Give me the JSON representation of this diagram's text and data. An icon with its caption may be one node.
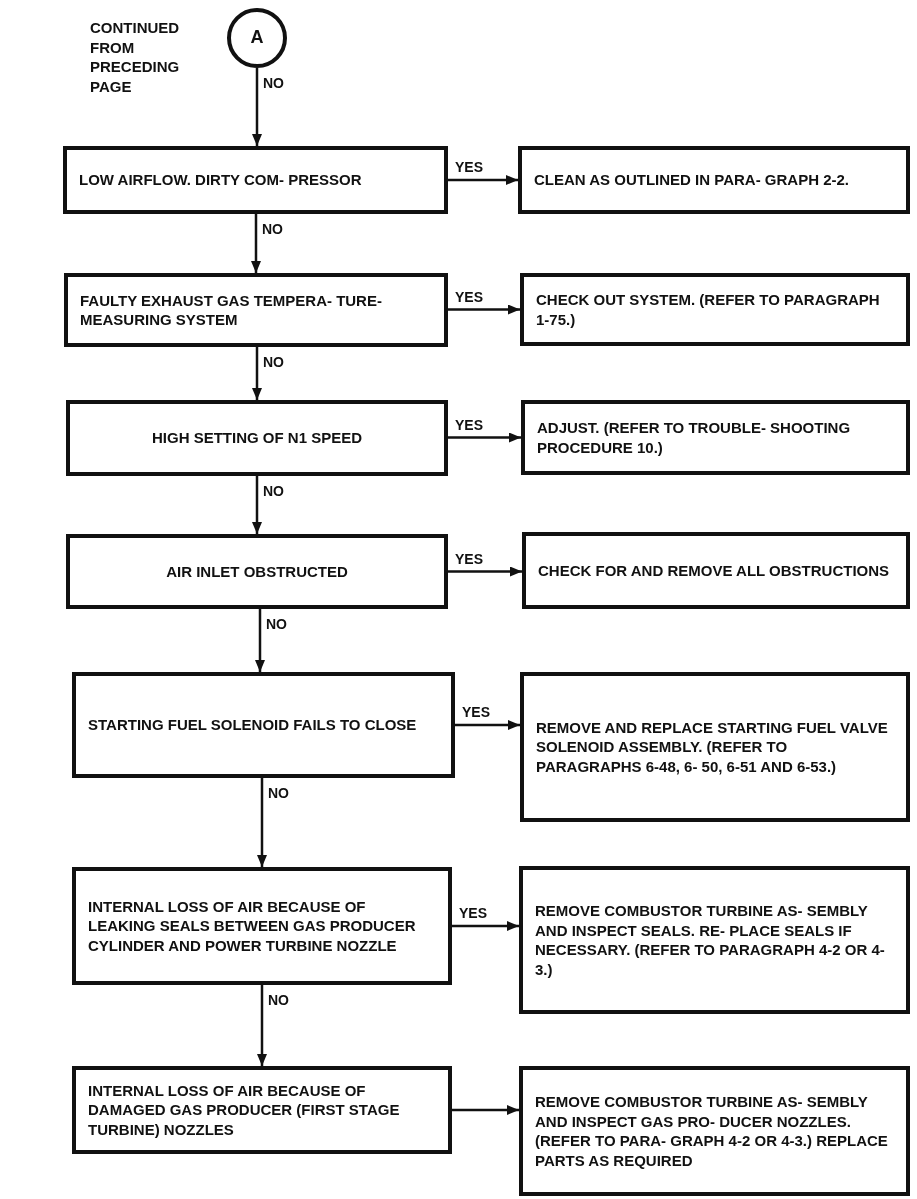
{
  "diagram": {
    "nodes": [
      {
        "text": [
          "A"
        ],
        "beside": [
          "CONTINUED FROM PRECEDING PAGE"
        ]
      },
      {
        "text": [
          "LOW AIRFLOW. DIRTY COM- PRESSOR"
        ]
      },
      {
        "text": [
          "CLEAN AS OUTLINED IN PARA- GRAPH 2-2."
        ]
      },
      {
        "text": [
          "FAULTY EXHAUST GAS TEMPERA- TURE-MEASURING SYSTEM"
        ]
      },
      {
        "text": [
          "CHECK OUT SYSTEM. (REFER TO PARAGRAPH 1-75.)"
        ]
      },
      {
        "text": [
          "HIGH SETTING OF N1 SPEED"
        ]
      },
      {
        "text": [
          "ADJUST. (REFER TO TROUBLE- SHOOTING PROCEDURE 10.)"
        ]
      },
      {
        "text": [
          "AIR INLET OBSTRUCTED"
        ]
      },
      {
        "text": [
          "CHECK FOR AND REMOVE ALL OBSTRUCTIONS"
        ]
      },
      {
        "text": [
          "STARTING FUEL SOLENOID FAILS TO CLOSE"
        ]
      },
      {
        "text": [
          "REMOVE AND REPLACE STARTING FUEL VALVE SOLENOID ASSEMBLY. (REFER TO PARAGRAPHS 6-48, 6- 50, 6-51 AND 6-53.)"
        ]
      },
      {
        "text": [
          "INTERNAL LOSS OF AIR BECAUSE OF LEAKING SEALS BETWEEN GAS PRODUCER CYLINDER AND POWER TURBINE NOZZLE"
        ]
      },
      {
        "text": [
          "REMOVE COMBUSTOR TURBINE AS- SEMBLY AND INSPECT SEALS. RE- PLACE SEALS IF NECESSARY. (REFER TO PARAGRAPH 4-2 OR 4-3.)"
        ]
      },
      {
        "text": [
          "INTERNAL LOSS OF AIR BECAUSE OF DAMAGED GAS PRODUCER (FIRST STAGE TURBINE) NOZZLES"
        ]
      },
      {
        "text": [
          "REMOVE COMBUSTOR TURBINE AS- SEMBLY AND INSPECT GAS PRO- DUCER NOZZLES. (REFER TO PARA- GRAPH 4-2 OR 4-3.) REPLACE PARTS AS REQUIRED"
        ]
      }
    ],
    "edges": [
      {
        "from": 0,
        "to": 1,
        "arrow": "to",
        "label": "NO"
      },
      {
        "from": 1,
        "to": 2,
        "arrow": "to",
        "label": "YES"
      },
      {
        "from": 1,
        "to": 3,
        "arrow": "to",
        "label": "NO"
      },
      {
        "from": 3,
        "to": 4,
        "arrow": "to",
        "label": "YES"
      },
      {
        "from": 3,
        "to": 5,
        "arrow": "to",
        "label": "NO"
      },
      {
        "from": 5,
        "to": 6,
        "arrow": "to",
        "label": "YES"
      },
      {
        "from": 5,
        "to": 7,
        "arrow": "to",
        "label": "NO"
      },
      {
        "from": 7,
        "to": 8,
        "arrow": "to",
        "label": "YES"
      },
      {
        "from": 7,
        "to": 9,
        "arrow": "to",
        "label": "NO"
      },
      {
        "from": 9,
        "to": 10,
        "arrow": "to",
        "label": "YES"
      },
      {
        "from": 9,
        "to": 11,
        "arrow": "to",
        "label": "NO"
      },
      {
        "from": 11,
        "to": 12,
        "arrow": "to",
        "label": "YES"
      },
      {
        "from": 11,
        "to": 13,
        "arrow": "to",
        "label": "NO"
      },
      {
        "from": 13,
        "to": 14,
        "arrow": "to"
      }
    ]
  }
}
